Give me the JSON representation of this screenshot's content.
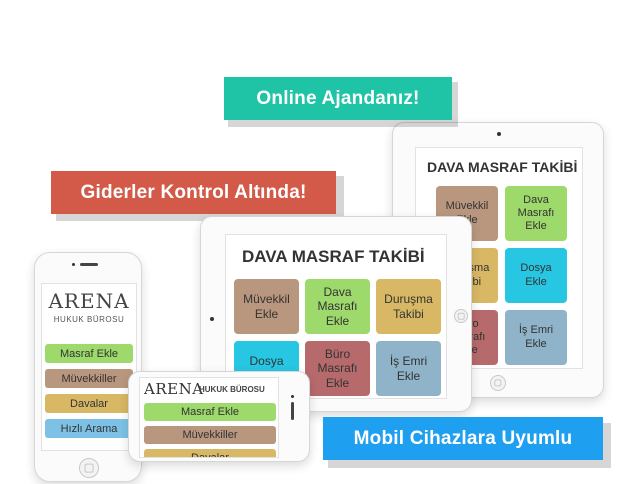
{
  "ribbons": {
    "online": "Online Ajandanız!",
    "giderler": "Giderler Kontrol Altında!",
    "mobil": "Mobil Cihazlara Uyumlu"
  },
  "tablet_back": {
    "title": "DAVA MASRAF TAKİBİ",
    "tiles": [
      "Müvekkil\nEkle",
      "Dava\nMasrafı\nEkle",
      "Duruşma\nTakibi",
      "Dosya\nEkle",
      "Büro\nMasrafı\nEkle",
      "İş Emri\nEkle"
    ]
  },
  "tablet_front": {
    "title": "DAVA MASRAF TAKİBİ",
    "tiles": [
      "Müvekkil\nEkle",
      "Dava\nMasrafı\nEkle",
      "Duruşma\nTakibi",
      "Dosya\nEkle",
      "Büro\nMasrafı\nEkle",
      "İş Emri\nEkle"
    ]
  },
  "phone": {
    "brand": "ARENA",
    "subtitle": "HUKUK BÜROSU",
    "buttons": [
      "Masraf Ekle",
      "Müvekkiller",
      "Davalar",
      "Hızlı Arama"
    ]
  },
  "phone_landscape": {
    "brand": "ARENA",
    "subtitle": "HUKUK BÜROSU",
    "buttons": [
      "Masraf Ekle",
      "Müvekkiller",
      "Davalar"
    ]
  },
  "colors": {
    "teal": "#1fc3a5",
    "red": "#d35a48",
    "blue": "#1e9ff0",
    "brown": "#b9977e",
    "green": "#9ed96b",
    "gold": "#d8b864",
    "cyan": "#27c6e2",
    "rose": "#b76a6c",
    "steel": "#8fb3c8",
    "sky": "#7dc2e6"
  }
}
